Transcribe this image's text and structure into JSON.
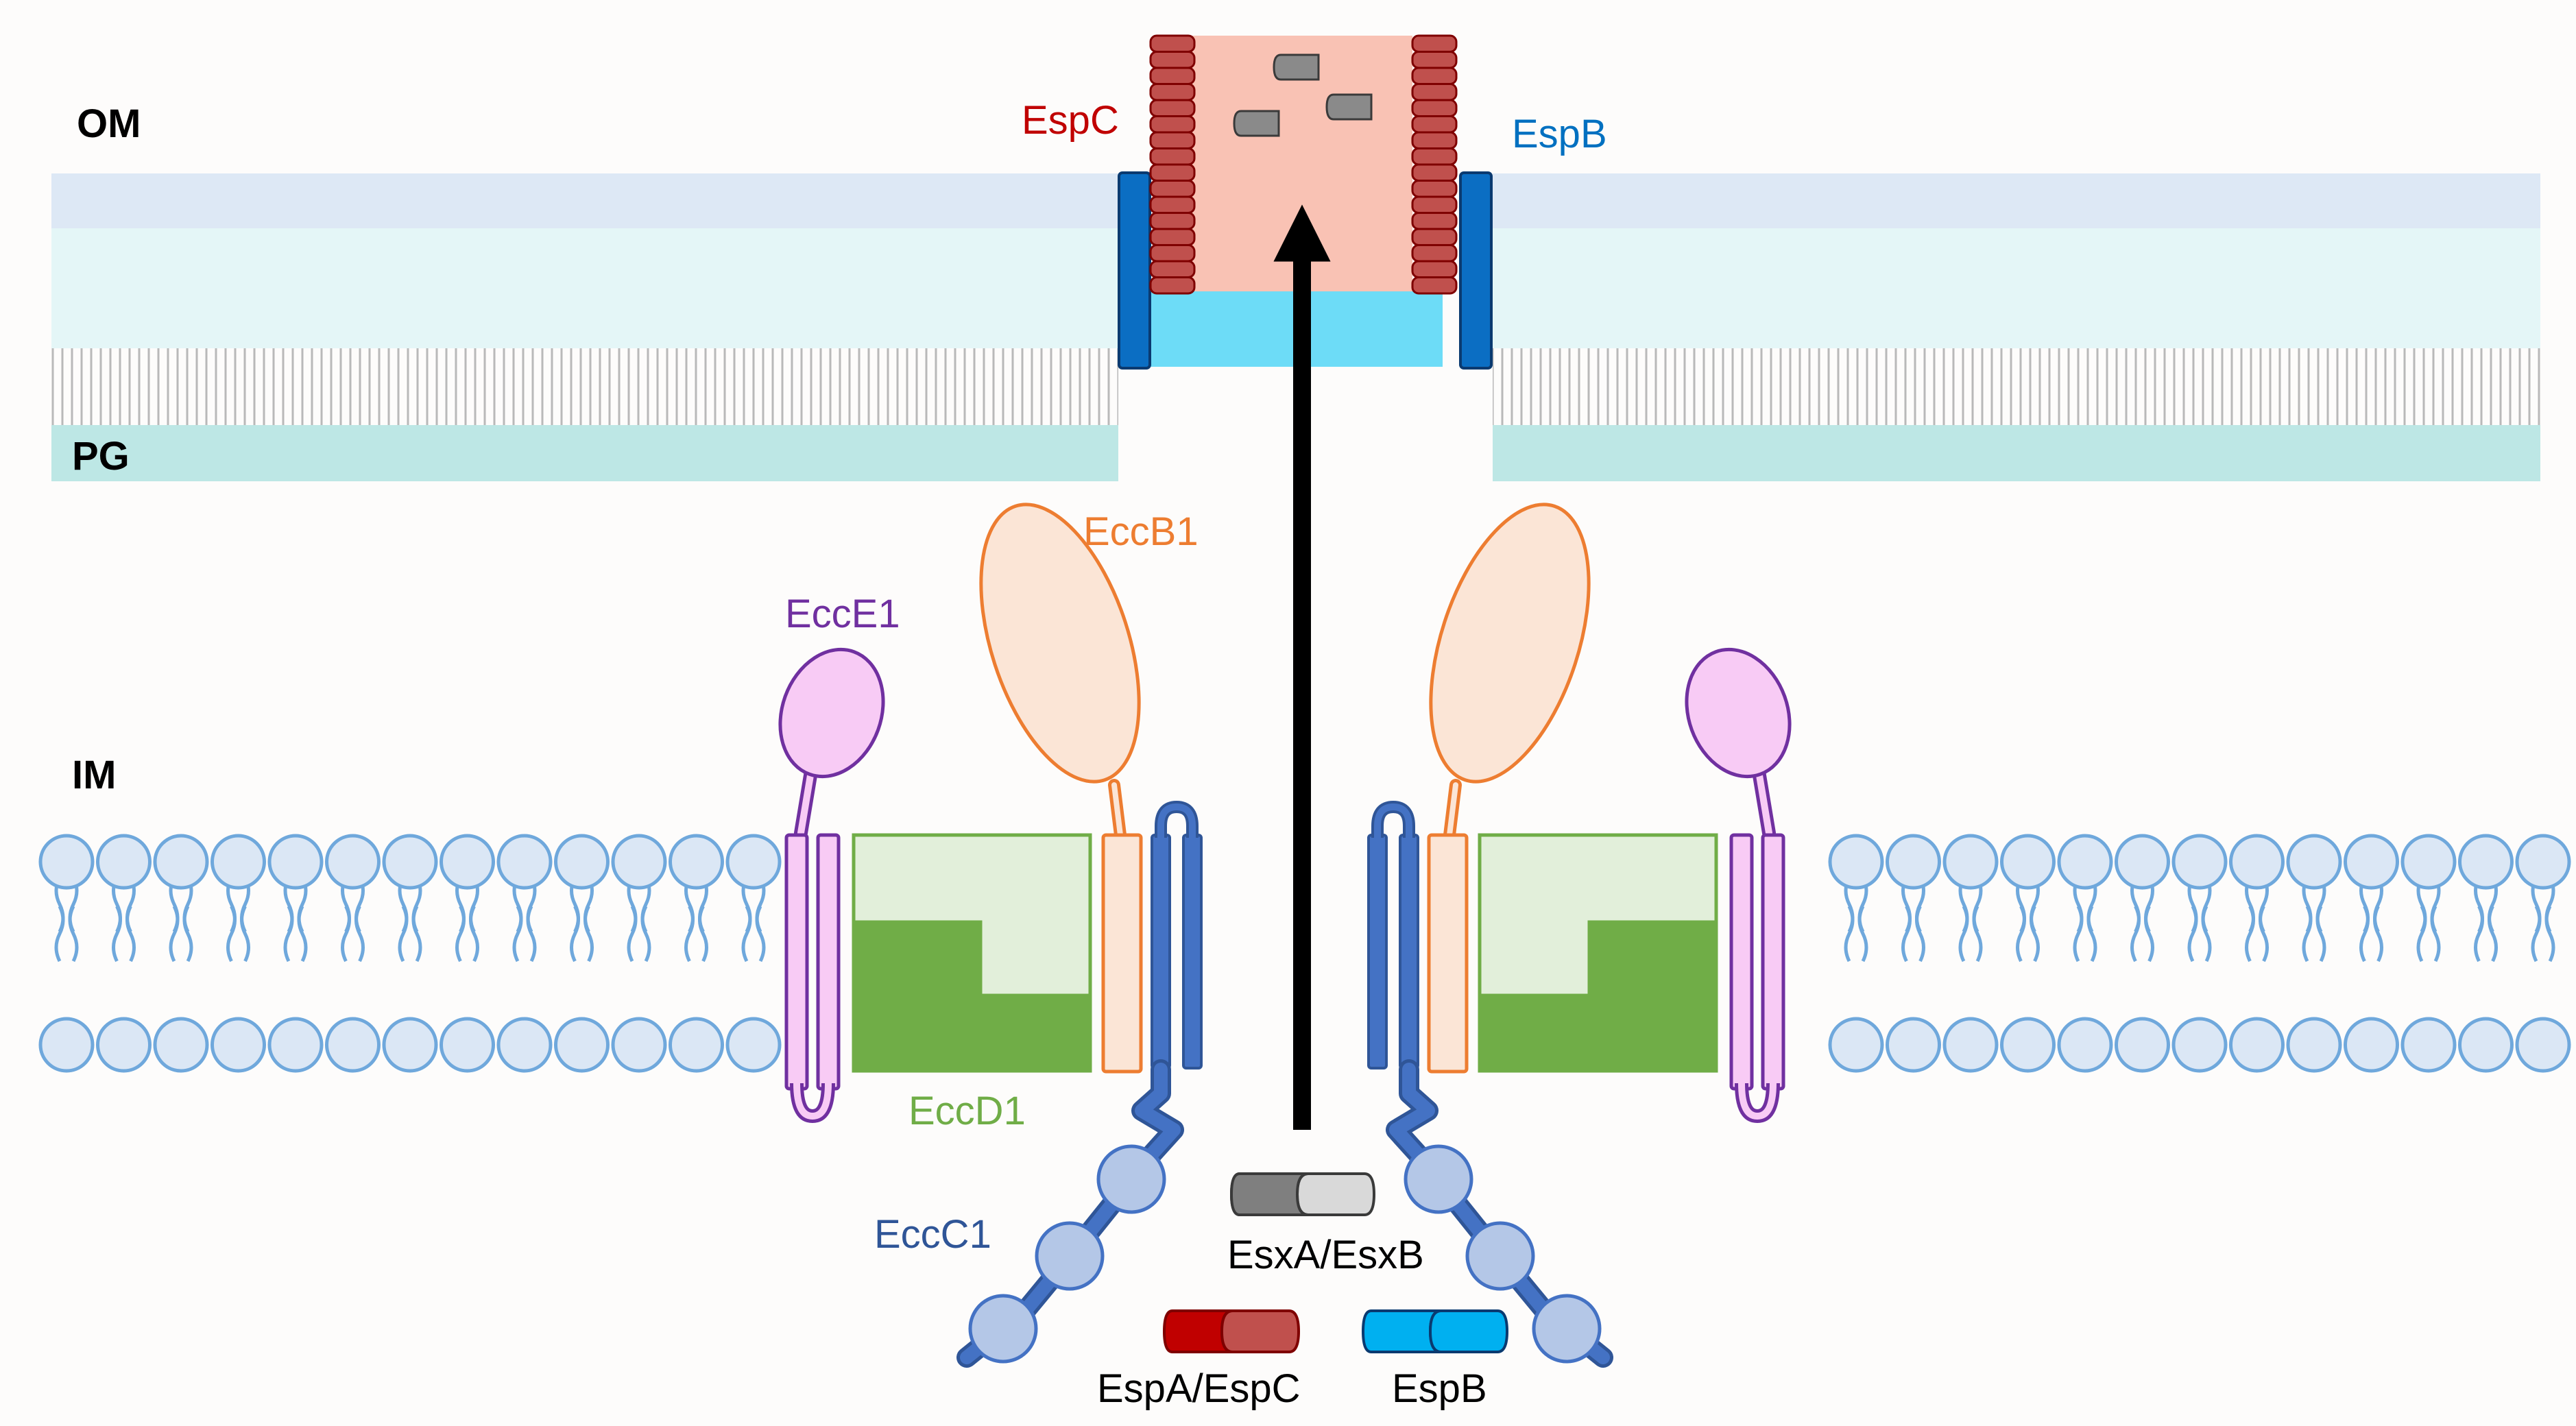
{
  "layers": {
    "om": "OM",
    "pg": "PG",
    "im": "IM"
  },
  "proteins": {
    "espc": "EspC",
    "espb": "EspB",
    "eccb1": "EccB1",
    "ecce1": "EccE1",
    "eccd1": "EccD1",
    "eccc1": "EccC1"
  },
  "legend": {
    "esxa_esxb": "EsxA/EsxB",
    "espa_espc": "EspA/EspC",
    "espb": "EspB"
  },
  "colors": {
    "background": "#fdfcfb",
    "om_outer": "#dde8f5",
    "om_inner": "#e4f6f7",
    "pg": "#bde7e5",
    "lipid": "#6fa8dc",
    "lipid_fill": "#dbe7f5",
    "espc": "#c0504d",
    "espc_label": "#c00000",
    "espb": "#0b6ec3",
    "espb_label": "#0070c0",
    "pore": "#f9c2b4",
    "pore_base": "#6ddcf7",
    "eccb1": "#ed7d31",
    "eccb1_fill": "#fbe5d6",
    "ecce1": "#7030a0",
    "ecce1_fill": "#f8cbf5",
    "eccd1": "#70ad47",
    "eccd1_light": "#e2efda",
    "eccc1": "#4472c4",
    "eccc1_bead": "#b4c7e7",
    "eccc1_label": "#2f5597",
    "arrow": "#000000"
  }
}
